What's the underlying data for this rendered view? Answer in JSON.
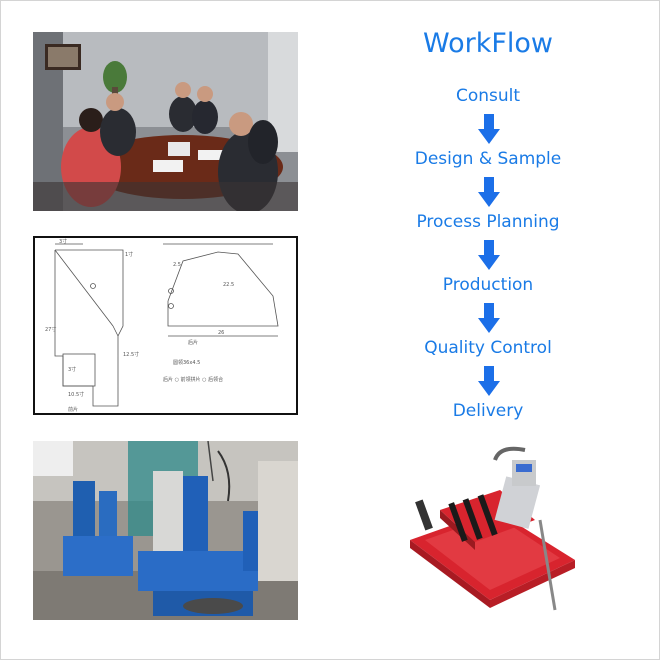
{
  "workflow": {
    "title": "WorkFlow",
    "steps": [
      "Consult",
      "Design & Sample",
      "Process Planning",
      "Production",
      "Quality Control",
      "Delivery"
    ]
  },
  "colors": {
    "accent": "#1a7be6",
    "arrow": "#1c6fe8",
    "press_red": "#d8242e"
  },
  "images": {
    "meeting": "meeting-room-photo",
    "pattern": "garment-pattern-sketch",
    "factory": "factory-machines-photo",
    "press": "heat-press-machine-photo"
  }
}
